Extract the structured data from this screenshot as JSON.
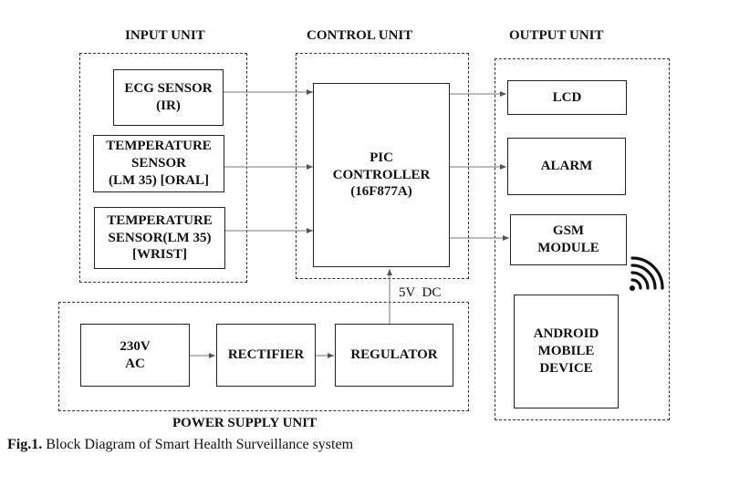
{
  "titles": {
    "input": "INPUT UNIT",
    "control": "CONTROL UNIT",
    "output": "OUTPUT UNIT",
    "power": "POWER SUPPLY UNIT"
  },
  "input_blocks": {
    "ecg": [
      "ECG SENSOR",
      "(IR)"
    ],
    "temp_oral": [
      "TEMPERATURE",
      "SENSOR",
      "(LM 35) [ORAL]"
    ],
    "temp_wrist": [
      "TEMPERATURE",
      "SENSOR(LM 35)",
      "[WRIST]"
    ]
  },
  "controller": [
    "PIC",
    "CONTROLLER",
    "(16F877A)"
  ],
  "output_blocks": {
    "lcd": [
      "LCD"
    ],
    "alarm": [
      "ALARM"
    ],
    "gsm": [
      "GSM",
      "MODULE"
    ],
    "android": [
      "ANDROID",
      "MOBILE",
      "DEVICE"
    ]
  },
  "power_blocks": {
    "ac": [
      "230V",
      "AC"
    ],
    "rectifier": [
      "RECTIFIER"
    ],
    "regulator": [
      "REGULATOR"
    ]
  },
  "supply_label": "5V  DC",
  "caption": {
    "label": "Fig.1.",
    "text": " Block Diagram of Smart Health Surveillance system"
  },
  "icons": {
    "wireless": "wifi-signal-icon"
  }
}
